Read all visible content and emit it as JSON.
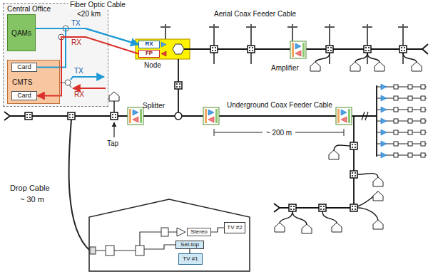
{
  "diagram": {
    "nodes": [
      {
        "text": [
          "Central Office"
        ]
      },
      {
        "text": [
          "QAMs"
        ],
        "in": 0
      },
      {
        "text": [
          "CMTS"
        ],
        "in": 0
      },
      {
        "text": [
          "Card"
        ],
        "in": 2
      },
      {
        "text": [
          "Card"
        ],
        "in": 2
      },
      {
        "text": [
          "Node"
        ]
      },
      {
        "text": [
          "RX"
        ],
        "in": 5
      },
      {
        "text": [
          "FP"
        ],
        "in": 5
      },
      {
        "text": [
          "TV #2"
        ]
      },
      {
        "text": [
          "Stereo"
        ]
      },
      {
        "text": [
          "Set-top"
        ]
      },
      {
        "text": [
          "TV #1"
        ]
      }
    ],
    "edges": [
      {
        "from": 1,
        "to": 6,
        "arrow": "to"
      },
      {
        "from": 3,
        "to": 6,
        "arrow": "to"
      },
      {
        "from": 7,
        "to": 4,
        "arrow": "to"
      },
      {
        "from": 9,
        "to": 8,
        "arrow": "none"
      },
      {
        "from": 10,
        "to": 11,
        "arrow": "none"
      }
    ],
    "labels": [
      "Fiber Optic Cable",
      "<20 km",
      "TX",
      "RX",
      "TX",
      "RX",
      "Aerial Coax Feeder Cable",
      "Amplifier",
      "Splitter",
      "Underground Coax Feeder Cable",
      "~ 200 m",
      "Tap",
      "Drop Cable",
      "~ 30 m"
    ]
  }
}
